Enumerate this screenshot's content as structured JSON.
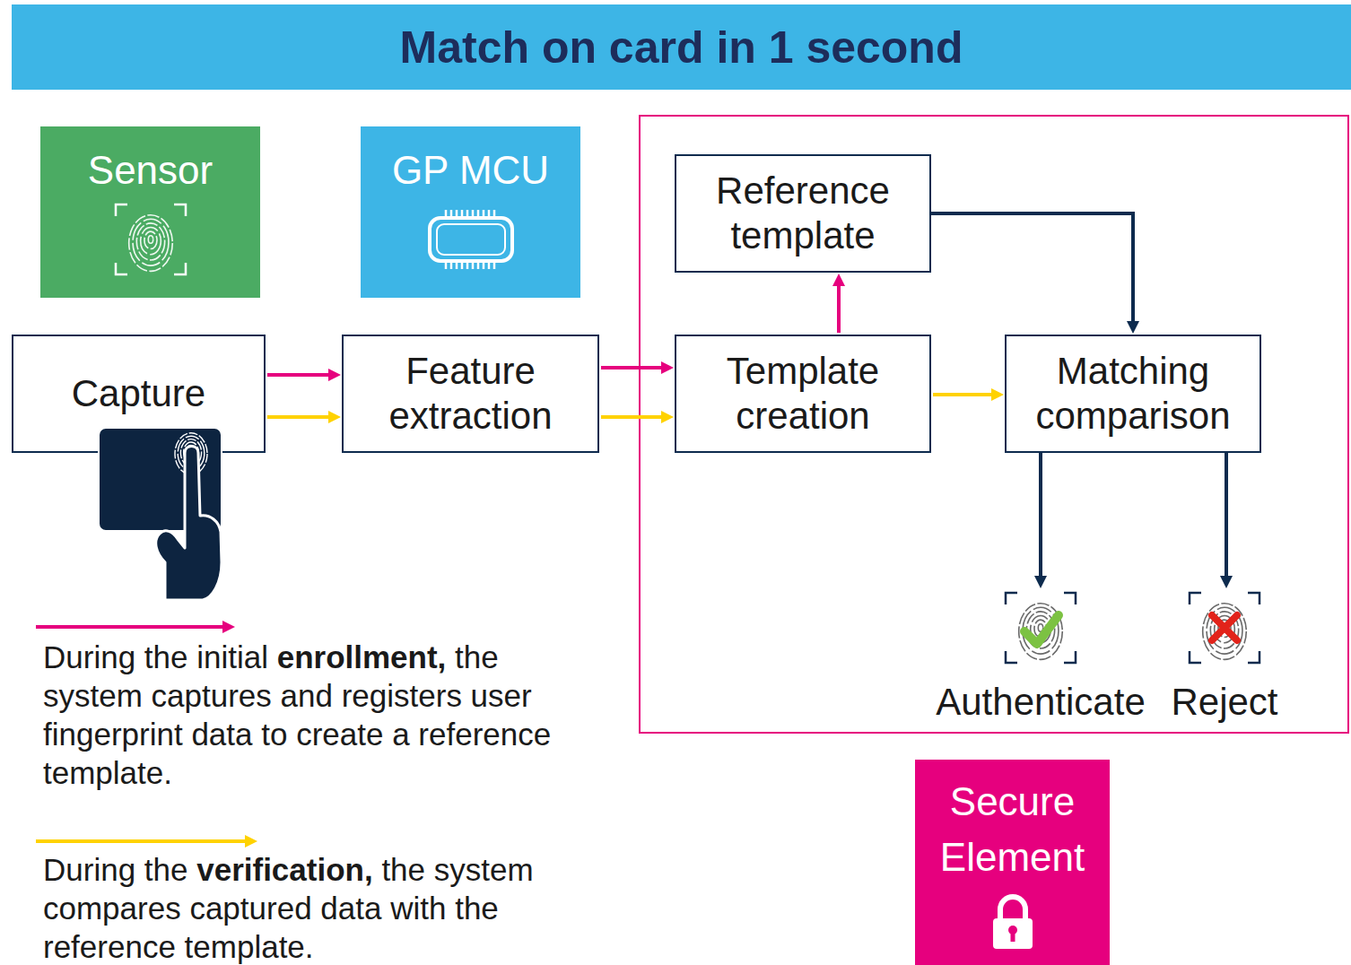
{
  "diagram": {
    "title": "Match on card in 1 second",
    "nodes": [
      {
        "text": [
          "Sensor"
        ]
      },
      {
        "text": [
          "GP MCU"
        ]
      },
      {
        "text": [
          "Reference template"
        ]
      },
      {
        "text": [
          "Capture"
        ]
      },
      {
        "text": [
          "Feature extraction"
        ]
      },
      {
        "text": [
          "Template creation"
        ]
      },
      {
        "text": [
          "Matching comparison"
        ]
      },
      {
        "text": [
          "Authenticate"
        ]
      },
      {
        "text": [
          "Reject"
        ]
      },
      {
        "text": [
          "Secure Element"
        ]
      }
    ],
    "edges": [
      {
        "from": 3,
        "to": 4,
        "arrow": "to"
      },
      {
        "from": 3,
        "to": 4,
        "arrow": "to"
      },
      {
        "from": 4,
        "to": 5,
        "arrow": "to"
      },
      {
        "from": 4,
        "to": 5,
        "arrow": "to"
      },
      {
        "from": 5,
        "to": 2,
        "arrow": "to"
      },
      {
        "from": 2,
        "to": 6,
        "arrow": "to"
      },
      {
        "from": 5,
        "to": 6,
        "arrow": "to"
      },
      {
        "from": 6,
        "to": 7,
        "arrow": "to"
      },
      {
        "from": 6,
        "to": 8,
        "arrow": "to"
      }
    ],
    "legend": [
      {
        "text": "During the initial enrollment, the system captures and registers user fingerprint data to create a reference template.",
        "color": "#e6007e"
      },
      {
        "text": "During the verification, the system compares captured data with the reference template.",
        "color": "#ffd200"
      }
    ]
  }
}
